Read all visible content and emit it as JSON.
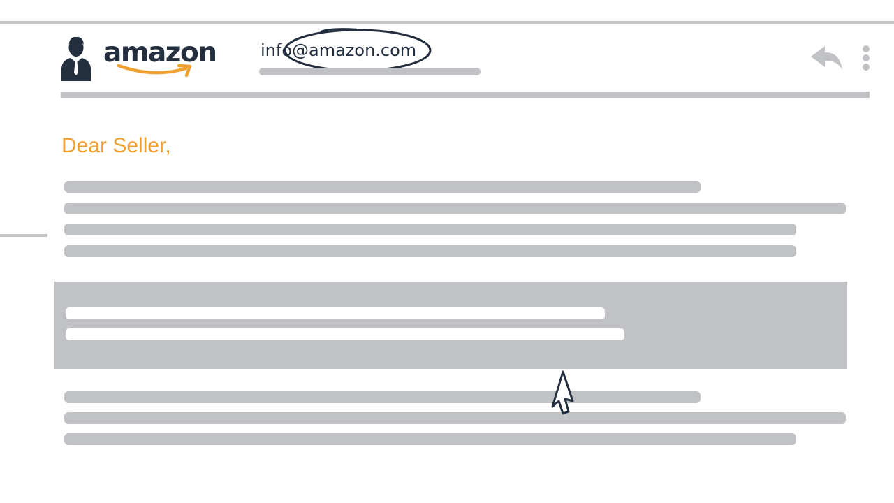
{
  "brand": {
    "logo_text": "amazon",
    "accent_color": "#f0a030",
    "text_color": "#232f3e"
  },
  "email": {
    "sender_address": "info@amazon.com",
    "greeting": "Dear Seller,"
  },
  "icons": {
    "avatar": "person-avatar-icon",
    "reply": "reply-icon",
    "more": "more-vertical-icon",
    "cursor": "mouse-pointer-icon"
  },
  "colors": {
    "placeholder": "#c1c2c6",
    "highlight_box": "#c1c2c6",
    "highlight_lines": "#ffffff"
  }
}
